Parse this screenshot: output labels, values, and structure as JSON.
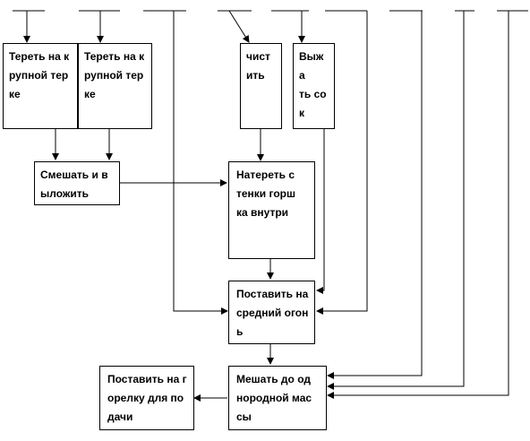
{
  "diagram": {
    "boxes": {
      "grate1": "Тереть на крупной терке",
      "grate2": "Тереть на крупной терке",
      "clean": "чист\nить",
      "squeeze": "Выжа\nть сок",
      "mix_lay": "Смешать и выложить",
      "rub_pot": "Натереть стенки горшка внутри",
      "medium_heat": "Поставить на средний огонь",
      "stir": "Мешать до однородной массы",
      "serve": "Поставить на горелку для подачи"
    }
  }
}
